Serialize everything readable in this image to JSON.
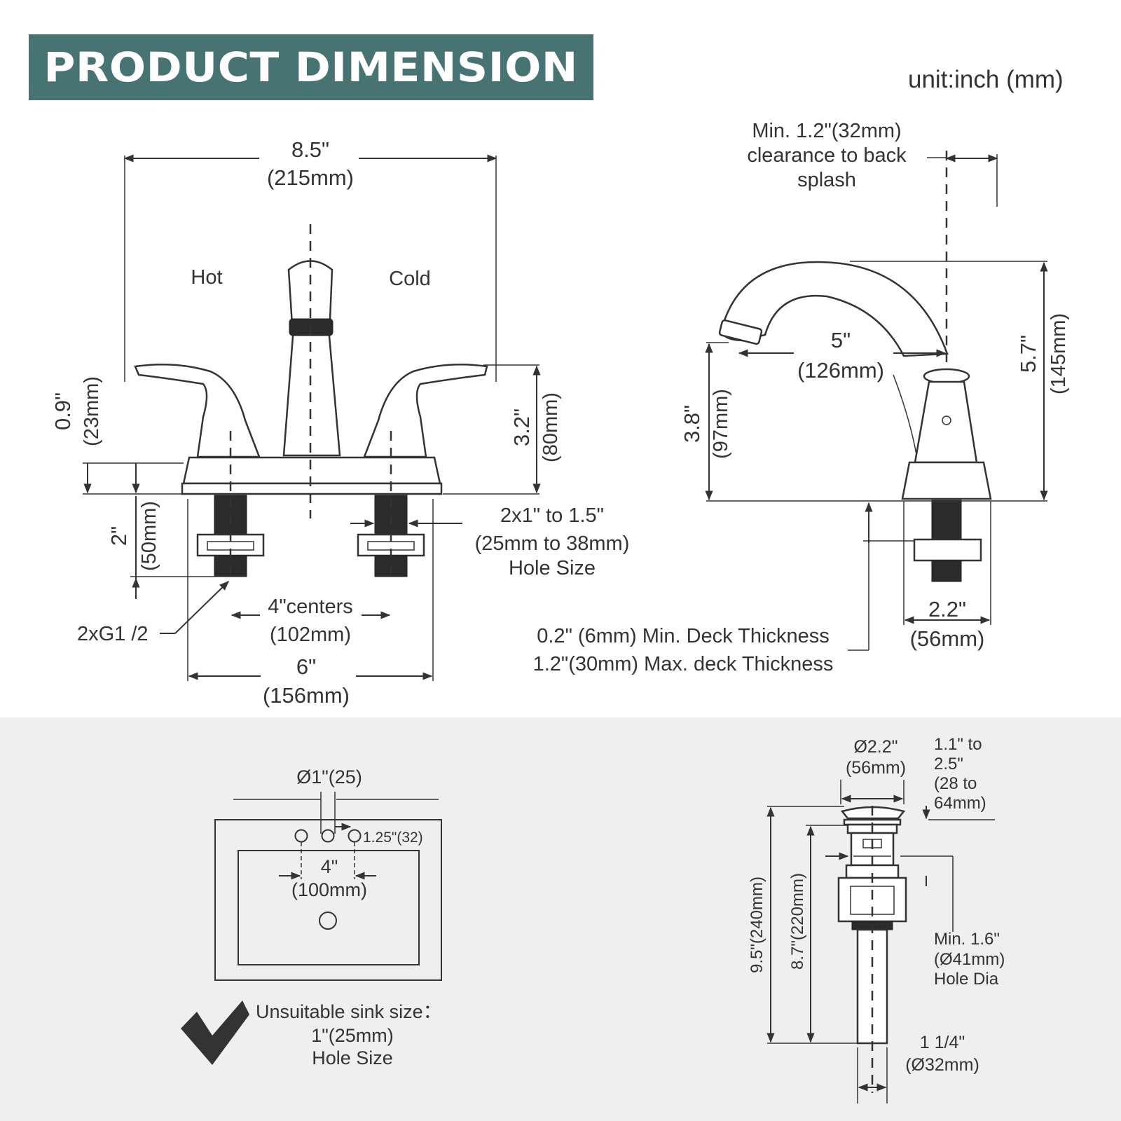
{
  "title": "PRODUCT DIMENSION",
  "unit": "unit:inch (mm)",
  "front_view": {
    "hot_label": "Hot",
    "cold_label": "Cold",
    "overall_width_in": "8.5\"",
    "overall_width_mm": "(215mm)",
    "deck_height_in": "0.9\"",
    "deck_height_mm": "(23mm)",
    "handle_height_in": "3.2\"",
    "handle_height_mm": "(80mm)",
    "shank_length_in": "2\"",
    "shank_length_mm": "(50mm)",
    "hole_size_line1": "2x1\" to 1.5\"",
    "hole_size_line2": "(25mm to 38mm)",
    "hole_size_line3": "Hole Size",
    "centers_in": "4\"centers",
    "centers_mm": "(102mm)",
    "thread_label": "2xG1 /2",
    "base_width_in": "6\"",
    "base_width_mm": "(156mm)"
  },
  "side_view": {
    "clearance_line1": "Min. 1.2\"(32mm)",
    "clearance_line2": "clearance to back",
    "clearance_line3": "splash",
    "spout_reach_in": "5\"",
    "spout_reach_mm": "(126mm)",
    "total_height_in": "5.7\"",
    "total_height_mm": "(145mm)",
    "spout_height_in": "3.8\"",
    "spout_height_mm": "(97mm)",
    "deck_min": "0.2\" (6mm) Min. Deck Thickness",
    "deck_max": "1.2\"(30mm) Max. deck Thickness",
    "base_dia_in": "2.2\"",
    "base_dia_mm": "(56mm)"
  },
  "sink_view": {
    "hole_dia": "Ø1\"(25)",
    "side_hole": "1.25\"(32)",
    "center_in": "4\"",
    "center_mm": "(100mm)",
    "note_line1": "Unsuitable sink size：",
    "note_line2": "1\"(25mm)",
    "note_line3": "Hole Size"
  },
  "drain_view": {
    "cap_dia_in": "Ø2.2\"",
    "cap_dia_mm": "(56mm)",
    "range_line1": "1.1\" to",
    "range_line2": "2.5\"",
    "range_line3": "(28 to",
    "range_line4": "64mm)",
    "total_length": "9.5\"(240mm)",
    "body_length": "8.7\"(220mm)",
    "min_hole_line1": "Min. 1.6\"",
    "min_hole_line2": "(Ø41mm)",
    "min_hole_line3": "Hole Dia",
    "tail_in": "1 1/4\"",
    "tail_mm": "(Ø32mm)"
  },
  "colors": {
    "banner": "#487373",
    "bottom_panel": "#efefef",
    "line": "#333333"
  },
  "icons": [
    "checkmark-icon"
  ]
}
